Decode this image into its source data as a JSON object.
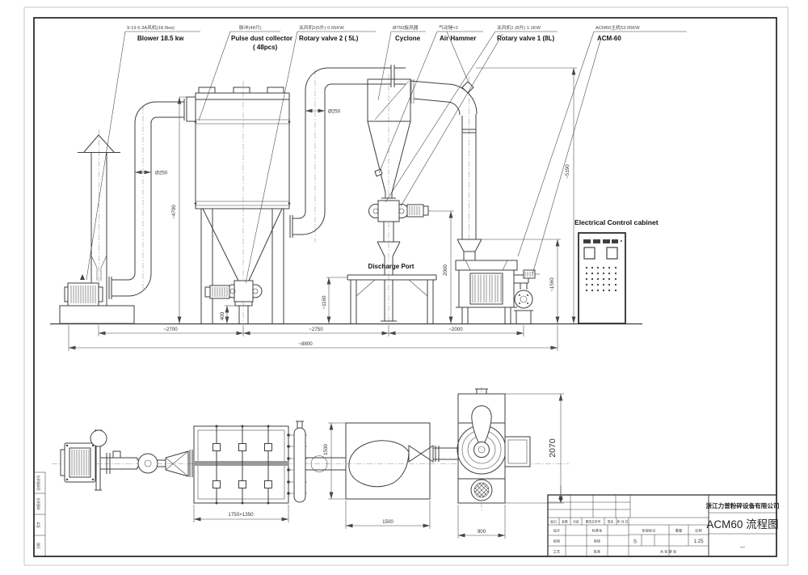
{
  "labels": {
    "blower": {
      "cn": "9-19 6.3A风机(18.5kw)",
      "en": "Blower 18.5 kw"
    },
    "dust_collector": {
      "cn": "脉冲(48只)",
      "en": "Pulse dust collector",
      "en2": "( 48pcs)"
    },
    "rotary_valve_2": {
      "cn": "关风机2(5升) 0.55KW",
      "en": "Rotary valve 2 ( 5L)"
    },
    "cyclone": {
      "cn": "Ø750旋风器",
      "en": "Cyclone"
    },
    "air_hammer": {
      "cn": "气动锤×2",
      "en": "Air Hammer"
    },
    "rotary_valve_1": {
      "cn": "关风机1 (8升) 1.1KW",
      "en": "Rotary valve 1 (8L)"
    },
    "acm": {
      "cn": "ACM60主机53.05KW",
      "en": "ACM-60"
    },
    "cabinet": "Electrical Control cabinet",
    "discharge_port": "Discharge Port"
  },
  "dims_front": {
    "stack_dia": "Ø250",
    "riser_dia": "Ø250",
    "duct_height": "~4700",
    "valve_clearance": "400",
    "span_a": "~2700",
    "span_b": "~2750",
    "span_c": "~2000",
    "span_total": "~8800",
    "table_height": "~1160",
    "cyclone_height": "2000",
    "mill_inlet_height": "~1560",
    "overall_height": "~5190"
  },
  "dims_plan": {
    "collector_size": "1750×1350",
    "box_depth": "1500",
    "box_width": "1500",
    "mill_width": "900",
    "mill_length": "2070"
  },
  "titleblock": {
    "company": "浙江力普粉碎设备有限公司",
    "drawing_title": "ACM60 流程图",
    "drawing_no": "—",
    "scale": "1:25",
    "stage_mark": "S",
    "rev_headers": [
      "标记",
      "处数",
      "分区",
      "更改文件号",
      "签名",
      "年.月.日"
    ],
    "sig_left": [
      "设计",
      "校核",
      "工艺"
    ],
    "sig_right": [
      "标准化",
      "审核",
      "批准"
    ],
    "mid_headers": [
      "阶段标记",
      "重量",
      "比例"
    ],
    "sheet_note": "共 张 第 张"
  },
  "margin_strip": [
    "旧底图总号",
    "底图总号",
    "签字",
    "日期"
  ]
}
